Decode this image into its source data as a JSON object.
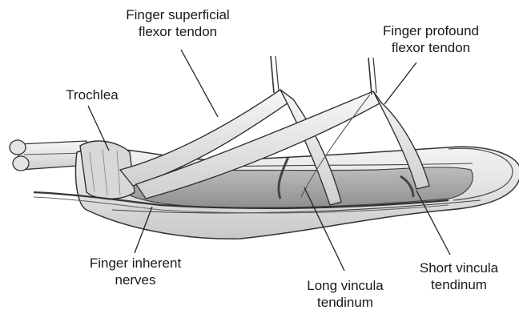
{
  "labels": {
    "superficial_flexor": {
      "line1": "Finger superficial",
      "line2": "flexor tendon"
    },
    "profound_flexor": {
      "line1": "Finger profound",
      "line2": "flexor tendon"
    },
    "trochlea": "Trochlea",
    "inherent_nerves": {
      "line1": "Finger inherent",
      "line2": "nerves"
    },
    "long_vincula": {
      "line1": "Long vincula",
      "line2": "tendinum"
    },
    "short_vincula": {
      "line1": "Short vincula",
      "line2": "tendinum"
    }
  }
}
